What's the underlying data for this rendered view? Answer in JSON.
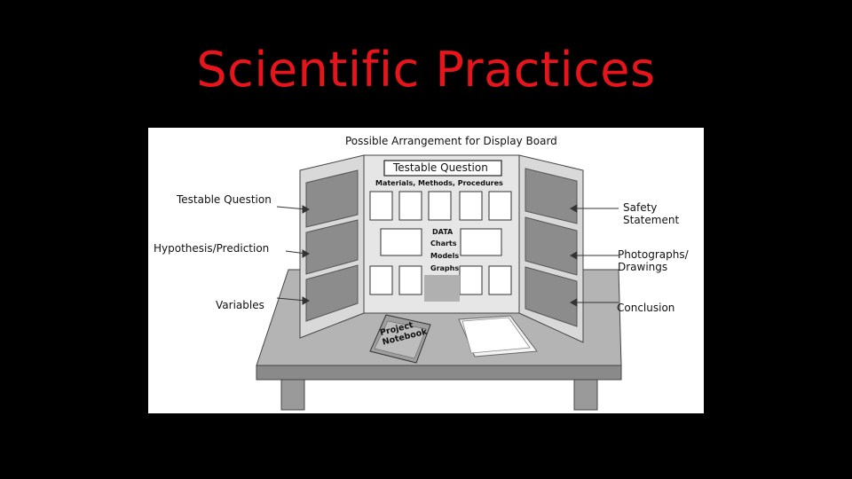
{
  "slide": {
    "title": "Scientific Practices"
  },
  "figure": {
    "heading": "Possible Arrangement for Display Board",
    "center_panel": {
      "title_box": "Testable Question",
      "subtitle": "Materials, Methods, Procedures",
      "data_labels": [
        "DATA",
        "Charts",
        "Models",
        "Graphs"
      ]
    },
    "left_labels": [
      "Testable Question",
      "Hypothesis/Prediction",
      "Variables"
    ],
    "right_labels": [
      "Safety Statement",
      "Photographs/ Drawings",
      "Conclusion"
    ],
    "notebook_label": "Project Notebook",
    "colors": {
      "title": "#e8141c",
      "panel": "#8c8c8c",
      "board": "#e6e6e6",
      "table": "#b4b4b4"
    }
  }
}
